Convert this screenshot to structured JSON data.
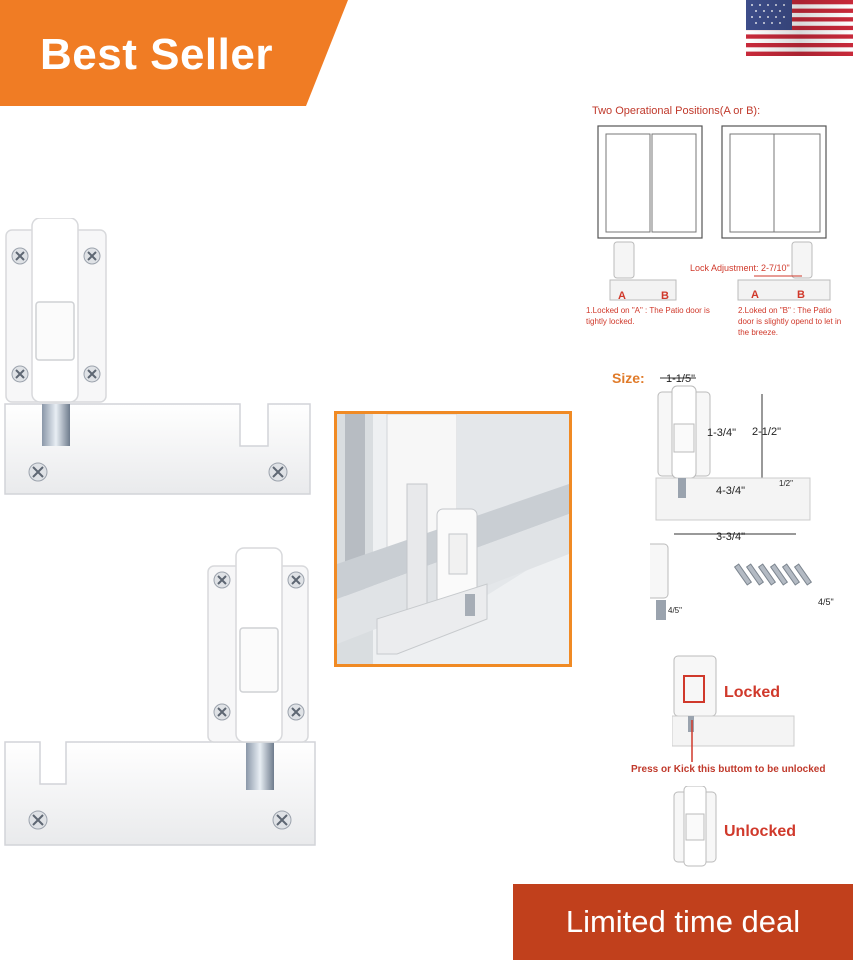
{
  "badges": {
    "best_seller": "Best Seller",
    "deal": "Limited time deal"
  },
  "colors": {
    "badge_orange": "#f07c24",
    "deal_red": "#c1401c",
    "diagram_red": "#d0392b",
    "size_orange": "#e07b2a"
  },
  "icons": {
    "flag": "us-flag-icon"
  },
  "diagram": {
    "title": "Two Operational Positions(A or B):",
    "adjustment": "Lock Adjustment: 2-7/10\"",
    "pos_a": "A",
    "pos_b": "B",
    "pos_a2": "A",
    "pos_b2": "B",
    "note_a": "1.Locked on   \"A\"  : The Patio door is tightly locked.",
    "note_b": "2.Loked on   \"B\"  : The Patio door is slightly opend to let in the breeze."
  },
  "size": {
    "label": "Size:",
    "d1": "1-1/5\"",
    "d2": "1-3/4\"",
    "d3": "2-1/2\"",
    "d4": "4-3/4\"",
    "d5": "1/2\"",
    "d6": "3-3/4\"",
    "d7": "4/5\"",
    "d8": "4/5\""
  },
  "states": {
    "locked": "Locked",
    "instruction": "Press or Kick this buttom to be unlocked",
    "unlocked": "Unlocked"
  }
}
